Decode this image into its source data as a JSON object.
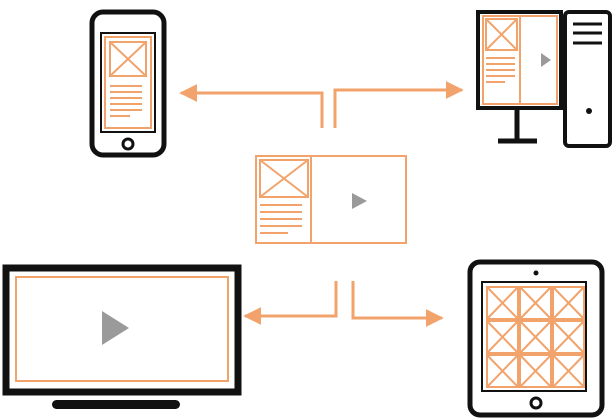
{
  "colors": {
    "accent": "#F2A36B",
    "device": "#111111",
    "play": "#9A9A9A",
    "background": "#FFFFFF"
  },
  "nodes": [
    {
      "id": "source-layout",
      "icon": "responsive-layout-icon"
    },
    {
      "id": "smartphone",
      "icon": "smartphone-icon"
    },
    {
      "id": "desktop",
      "icon": "desktop-computer-icon"
    },
    {
      "id": "tv",
      "icon": "television-icon"
    },
    {
      "id": "tablet",
      "icon": "tablet-icon"
    }
  ],
  "edges": [
    {
      "from": "source-layout",
      "to": "smartphone"
    },
    {
      "from": "source-layout",
      "to": "desktop"
    },
    {
      "from": "source-layout",
      "to": "tv"
    },
    {
      "from": "source-layout",
      "to": "tablet"
    }
  ]
}
